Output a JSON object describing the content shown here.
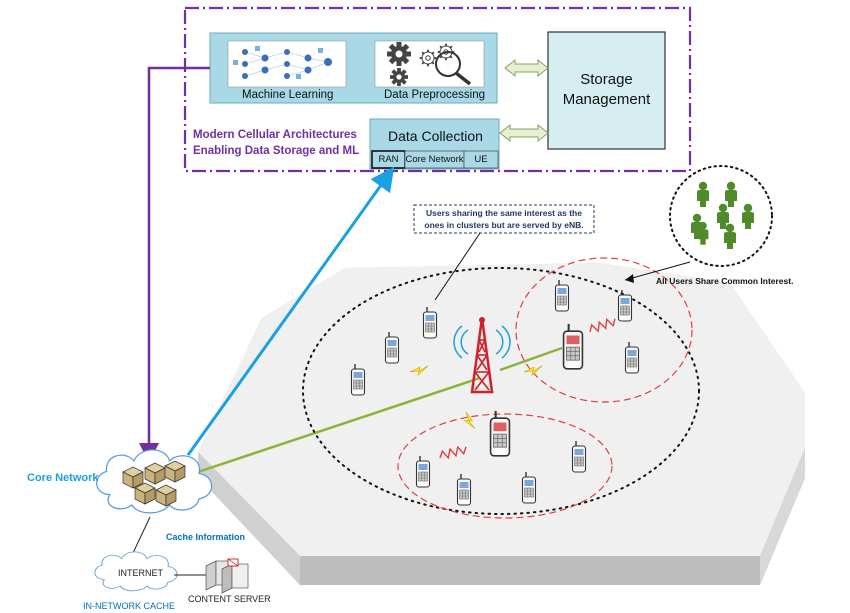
{
  "top_panel": {
    "architecture_caption_line1": "Modern Cellular Architectures",
    "architecture_caption_line2": "Enabling Data Storage and ML",
    "machine_learning_label": "Machine Learning",
    "data_preprocessing_label": "Data Preprocessing",
    "storage_line1": "Storage",
    "storage_line2": "Management",
    "data_collection_title": "Data Collection",
    "tabs": [
      "RAN",
      "Core Network",
      "UE"
    ]
  },
  "network": {
    "core_network_label": "Core Network",
    "cache_information_label": "Cache Information",
    "internet_label": "INTERNET",
    "content_server_label": "CONTENT SERVER",
    "in_network_cache_label": "IN-NETWORK CACHE"
  },
  "annotations": {
    "callout_line1": "Users sharing the same interest as the",
    "callout_line2": "ones in clusters but are served by eNB.",
    "common_interest": "All Users Share Common Interest."
  },
  "icons": [
    "gear-icon",
    "magnifier-icon",
    "neural-network-icon",
    "server-icon",
    "cell-tower-icon",
    "mobile-phone-icon",
    "user-icon",
    "lightning-icon"
  ],
  "colors": {
    "purple": "#7030a0",
    "light_blue_box": "#a9d8e6",
    "storage_fill": "#d6eef2",
    "blue_line": "#1ba1e2",
    "green_line": "#8db33a",
    "cluster_red": "#e04040",
    "lightning_yellow": "#ffe81a",
    "tower_red": "#d0202a"
  }
}
